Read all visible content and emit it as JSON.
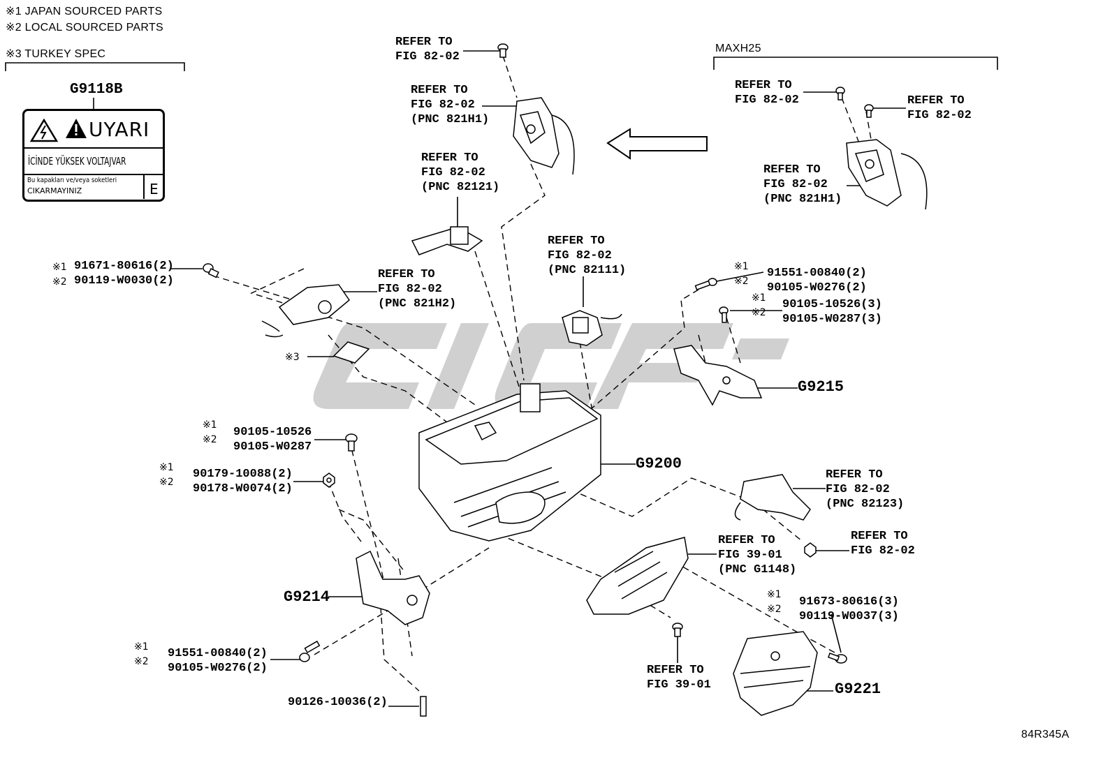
{
  "notes": {
    "japan": "※1 JAPAN SOURCED PARTS",
    "local": "※2 LOCAL SOURCED PARTS",
    "turkey": "※3 TURKEY SPEC",
    "maxh25": "MAXH25"
  },
  "warning_label": {
    "code": "G9118B",
    "title": "UYARI",
    "line1": "İCİNDE YÜKSEK VOLTAJVAR",
    "line2": "Bu kapakları ve/veya soketleri",
    "line3": "CIKARMAYINIZ",
    "letter": "E"
  },
  "callouts": {
    "ref_top_1": "REFER TO",
    "ref_top_2": "FIG 82-02",
    "ref_h1_1": "REFER TO",
    "ref_h1_2": "FIG 82-02",
    "ref_h1_3": "(PNC 821H1)",
    "ref_121_1": "REFER TO",
    "ref_121_2": "FIG 82-02",
    "ref_121_3": "(PNC 82121)",
    "ref_h2_1": "REFER TO",
    "ref_h2_2": "FIG 82-02",
    "ref_h2_3": "(PNC 821H2)",
    "ref_111_1": "REFER TO",
    "ref_111_2": "FIG 82-02",
    "ref_111_3": "(PNC 82111)",
    "rt_ref_a_1": "REFER TO",
    "rt_ref_a_2": "FIG 82-02",
    "rt_ref_b_1": "REFER TO",
    "rt_ref_b_2": "FIG 82-02",
    "rt_ref_c_1": "REFER TO",
    "rt_ref_c_2": "FIG 82-02",
    "rt_ref_c_3": "(PNC 821H1)",
    "ref_123_1": "REFER TO",
    "ref_123_2": "FIG 82-02",
    "ref_123_3": "(PNC 82123)",
    "ref_bolt_1": "REFER TO",
    "ref_bolt_2": "FIG 82-02",
    "ref_g1148_1": "REFER TO",
    "ref_g1148_2": "FIG 39-01",
    "ref_g1148_3": "(PNC G1148)",
    "ref_3901_1": "REFER TO",
    "ref_3901_2": "FIG 39-01"
  },
  "parts": {
    "p_91671": "91671-80616(2)",
    "p_90119_a": "90119-W0030(2)",
    "p_91551_a": "91551-00840(2)",
    "p_90105_w0276_a": "90105-W0276(2)",
    "p_90105_10526_3": "90105-10526(3)",
    "p_90105_w0287_3": "90105-W0287(3)",
    "p_90105_10526": "90105-10526",
    "p_90105_w0287": "90105-W0287",
    "p_90179": "90179-10088(2)",
    "p_90178": "90178-W0074(2)",
    "p_91551_b": "91551-00840(2)",
    "p_90105_w0276_b": "90105-W0276(2)",
    "p_90126": "90126-10036(2)",
    "p_91673": "91673-80616(3)",
    "p_90119_b": "90119-W0037(3)"
  },
  "marks": {
    "m1": "※1",
    "m2": "※2",
    "m3": "※3"
  },
  "codes": {
    "g9200": "G9200",
    "g9215": "G9215",
    "g9214": "G9214",
    "g9221": "G9221"
  },
  "figure_id": "84R345A"
}
